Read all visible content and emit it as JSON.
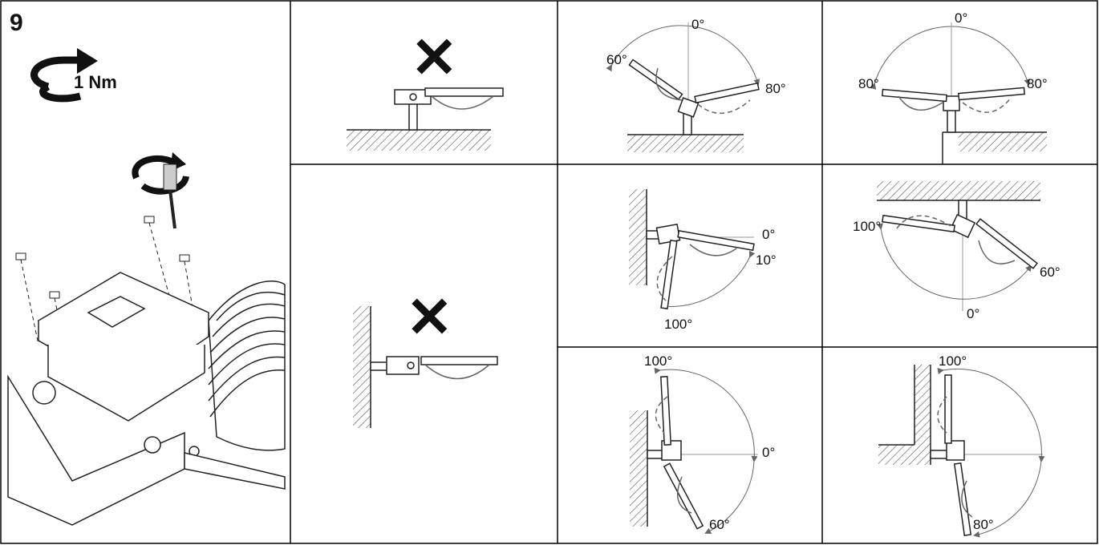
{
  "step": {
    "number": "9",
    "torque": "1 Nm"
  },
  "panels": {
    "floor_prohibited": {
      "mark": "✕"
    },
    "floor_adjust": {
      "top": "0°",
      "left": "60°",
      "right": "80°"
    },
    "floor_edge_adjust": {
      "top": "0°",
      "left": "80°",
      "right": "80°"
    },
    "wall_prohibited": {
      "mark": "✕"
    },
    "wall_side_adjust": {
      "a": "0°",
      "b": "10°",
      "c": "100°"
    },
    "ceiling_adjust": {
      "left": "100°",
      "right": "60°",
      "bottom": "0°"
    },
    "wall_vertical_adjust": {
      "top": "100°",
      "right": "0°",
      "bottom": "60°"
    },
    "wall_corner_adjust": {
      "top": "100°",
      "bottom": "80°"
    }
  },
  "colors": {
    "line": "#222222",
    "grid": "#000000",
    "hatch": "#555555",
    "arc": "#666666"
  }
}
